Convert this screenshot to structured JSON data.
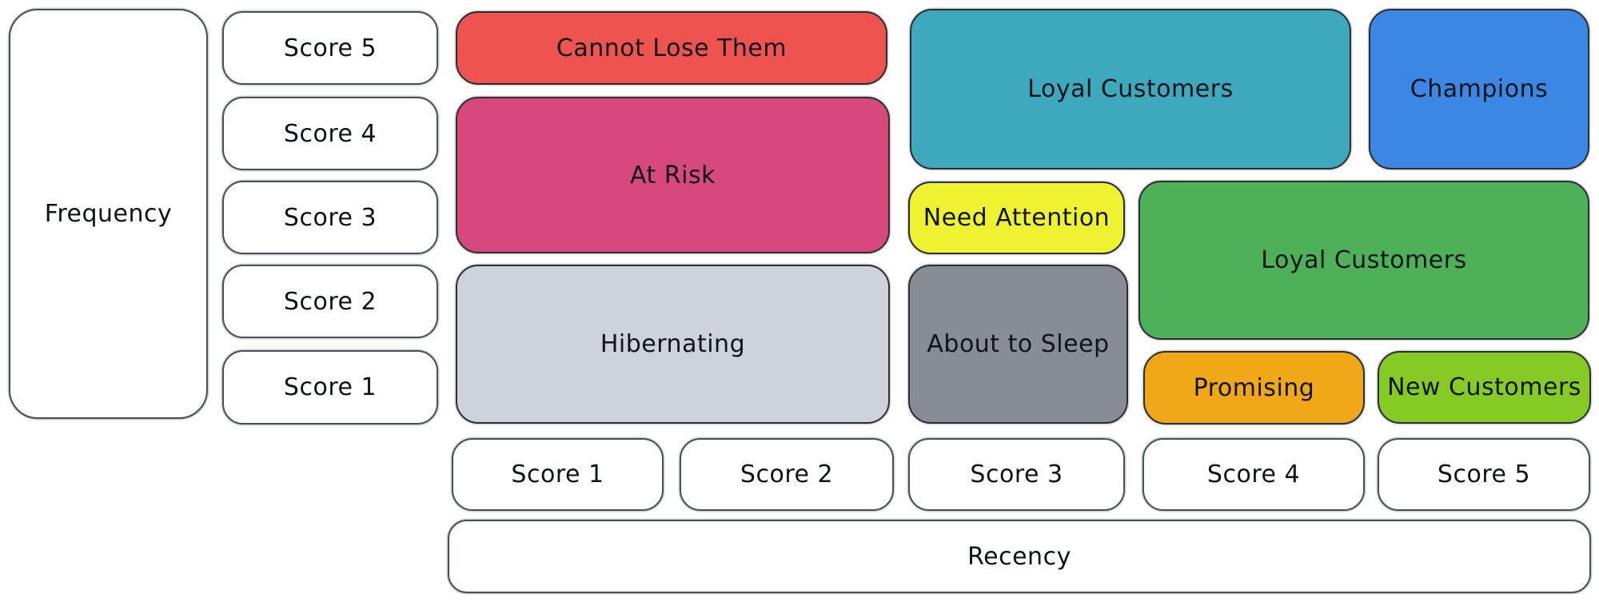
{
  "diagram": {
    "type": "rfm-customer-segmentation-matrix",
    "frequency_axis": {
      "label": "Frequency",
      "scores": [
        "Score 5",
        "Score 4",
        "Score 3",
        "Score 2",
        "Score 1"
      ]
    },
    "recency_axis": {
      "label": "Recency",
      "scores": [
        "Score 1",
        "Score 2",
        "Score 3",
        "Score 4",
        "Score 5"
      ]
    },
    "segments": {
      "cannot_lose_them": {
        "label": "Cannot Lose Them",
        "color": "#ef5350",
        "frequency_scores": "5",
        "recency_scores": "1-2"
      },
      "at_risk": {
        "label": "At Risk",
        "color": "#d6487e",
        "frequency_scores": "3-4",
        "recency_scores": "1-2"
      },
      "hibernating": {
        "label": "Hibernating",
        "color": "#ced2d9",
        "frequency_scores": "1-2",
        "recency_scores": "1-2"
      },
      "loyal_customers_top": {
        "label": "Loyal Customers",
        "color": "#3ea8bc",
        "frequency_scores": "4-5",
        "recency_scores": "3-4"
      },
      "champions": {
        "label": "Champions",
        "color": "#3c86e4",
        "frequency_scores": "4-5",
        "recency_scores": "5"
      },
      "need_attention": {
        "label": "Need Attention",
        "color": "#eff231",
        "frequency_scores": "3",
        "recency_scores": "3"
      },
      "loyal_customers_mid": {
        "label": "Loyal Customers",
        "color": "#4fb05a",
        "frequency_scores": "2-3",
        "recency_scores": "4-5"
      },
      "about_to_sleep": {
        "label": "About to Sleep",
        "color": "#888d95",
        "frequency_scores": "1-2",
        "recency_scores": "3"
      },
      "promising": {
        "label": "Promising",
        "color": "#f0a818",
        "frequency_scores": "1",
        "recency_scores": "4"
      },
      "new_customers": {
        "label": "New Customers",
        "color": "#86ca26",
        "frequency_scores": "1",
        "recency_scores": "5"
      }
    },
    "colors": {
      "background": "#ffffff",
      "axis_box_fill": "#ffffff",
      "stroke": "#2b2f34",
      "text": "#111417"
    }
  }
}
